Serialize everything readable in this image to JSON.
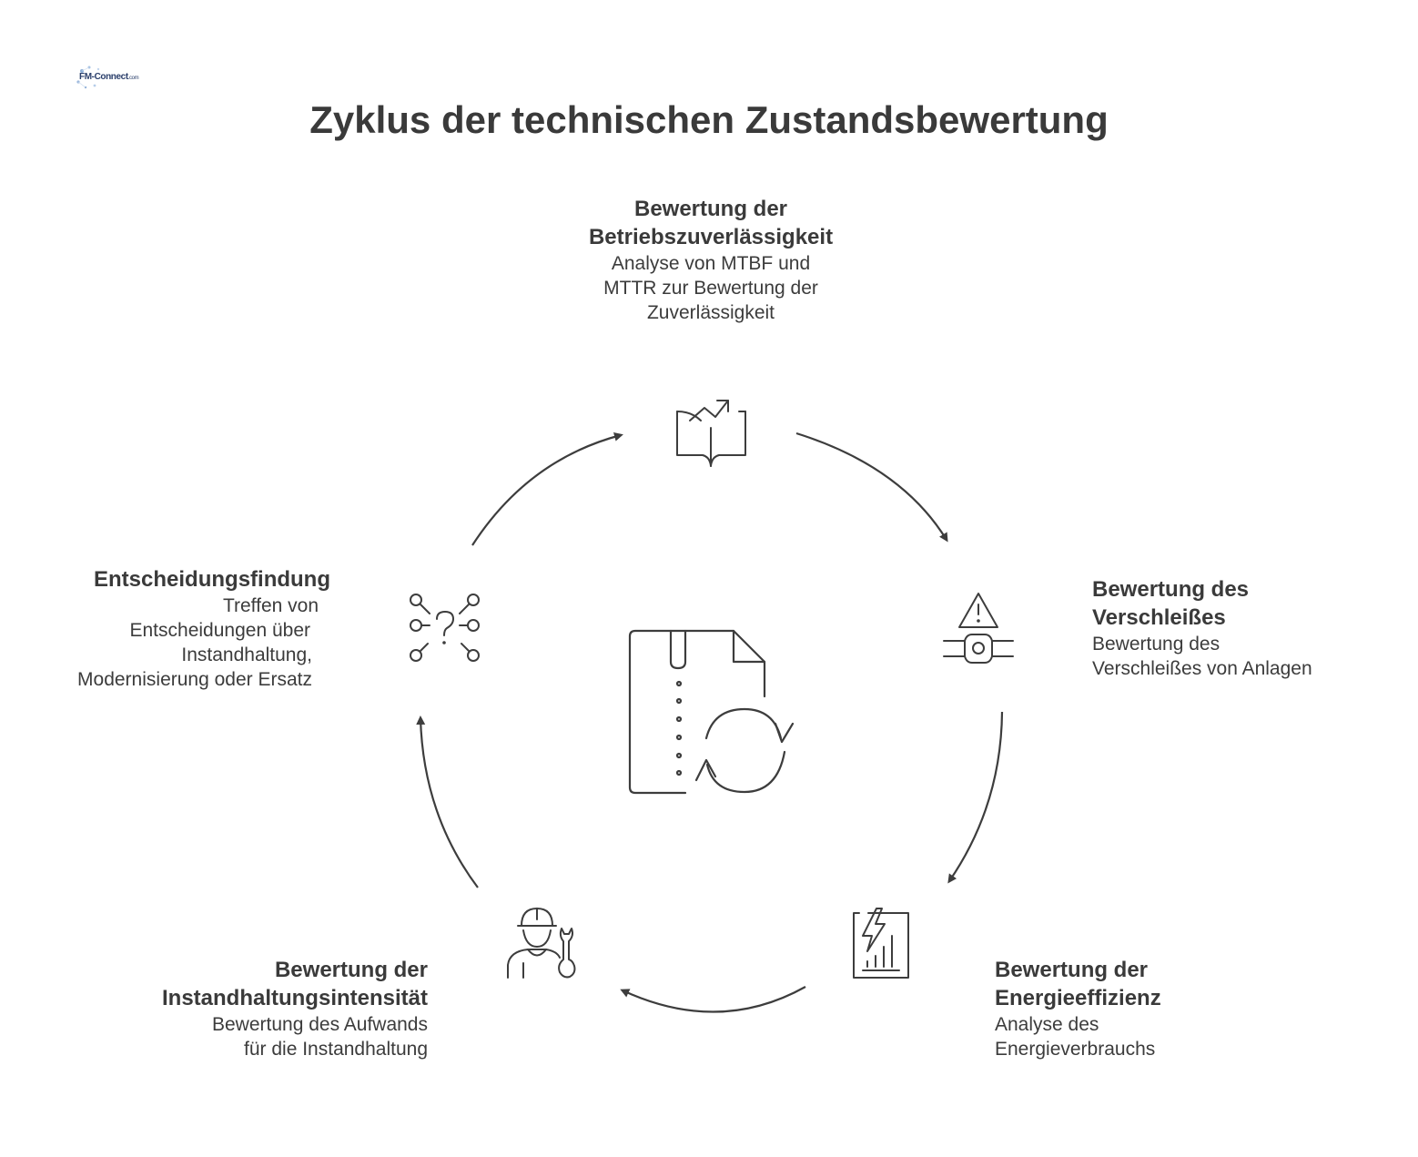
{
  "logo": {
    "text": "FM-Connect",
    "suffix": ".com"
  },
  "title": "Zyklus der technischen Zustandsbewertung",
  "steps": [
    {
      "heading_1": "Bewertung der",
      "heading_2": "Betriebszuverlässigkeit",
      "desc_1": "Analyse von MTBF und",
      "desc_2": "MTTR zur Bewertung der",
      "desc_3": "Zuverlässigkeit",
      "icon": "book-trend-icon"
    },
    {
      "heading_1": "Bewertung des",
      "heading_2": "Verschleißes",
      "desc_1": "Bewertung des",
      "desc_2": "Verschleißes von Anlagen",
      "icon": "warning-valve-icon"
    },
    {
      "heading_1": "Bewertung der",
      "heading_2": "Energieeffizienz",
      "desc_1": "Analyse des",
      "desc_2": "Energieverbrauchs",
      "icon": "energy-report-icon"
    },
    {
      "heading_1": "Bewertung der",
      "heading_2": "Instandhaltungsintensität",
      "desc_1": "Bewertung des Aufwands",
      "desc_2": "für die Instandhaltung",
      "icon": "worker-wrench-icon"
    },
    {
      "heading_1": "Entscheidungsfindung",
      "desc_1": "Treffen von",
      "desc_2": "Entscheidungen über",
      "desc_3": "Instandhaltung,",
      "desc_4": "Modernisierung oder Ersatz",
      "icon": "decision-question-icon"
    }
  ],
  "center_icon": "document-cycle-icon",
  "colors": {
    "text": "#3a3a3a",
    "stroke": "#3d3d3d",
    "background": "#ffffff"
  }
}
